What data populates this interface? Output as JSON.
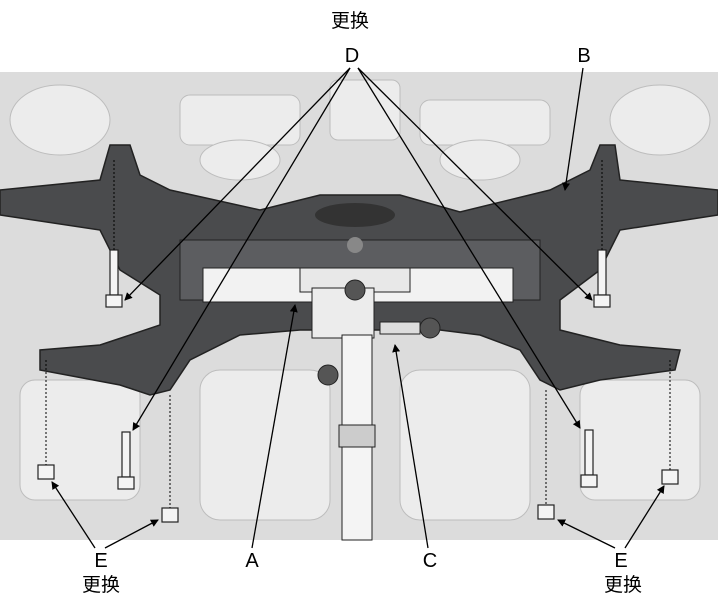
{
  "labels": {
    "top_replace": "更换",
    "d": "D",
    "b": "B",
    "e_left": "E",
    "e_left_replace": "更换",
    "a": "A",
    "c": "C",
    "e_right": "E",
    "e_right_replace": "更换"
  }
}
